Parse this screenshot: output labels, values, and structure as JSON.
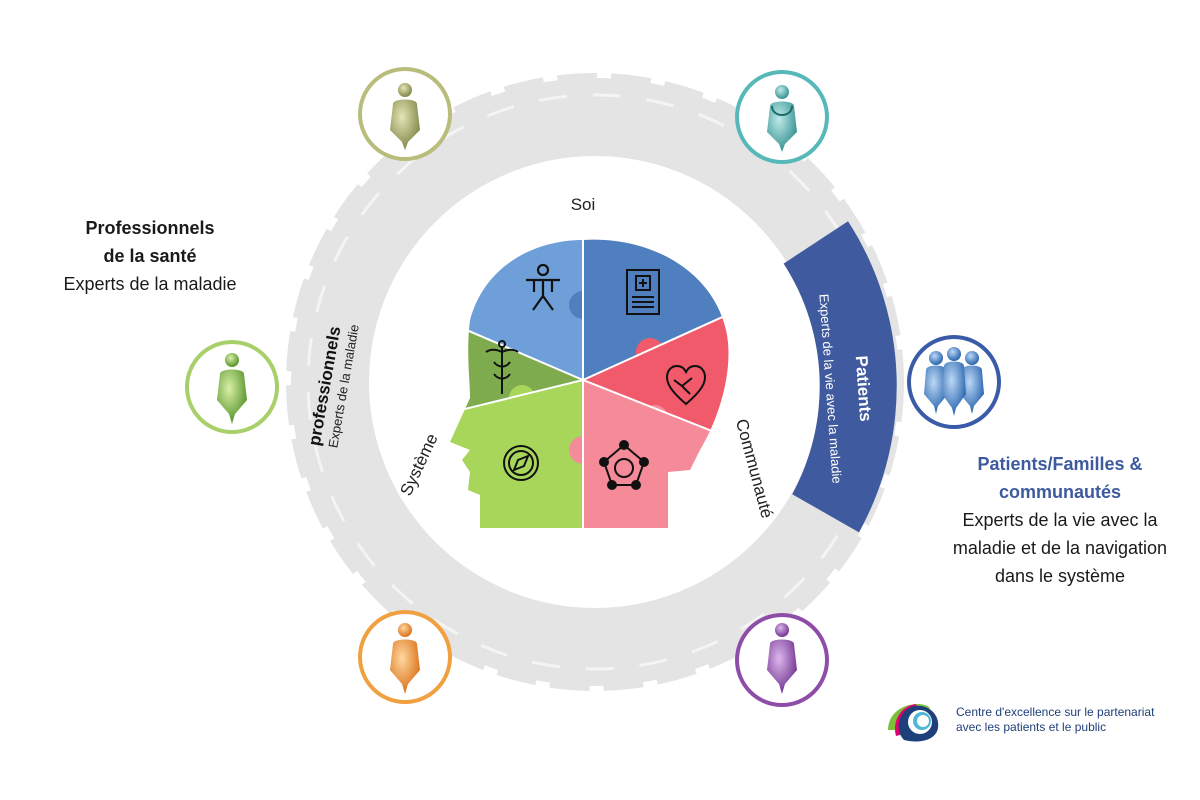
{
  "center_labels": {
    "top": "Soi",
    "left": "Système",
    "right": "Communauté"
  },
  "inner_ring": {
    "left": {
      "title": "professionnels",
      "subtitle": "Experts de la maladie"
    },
    "right": {
      "title": "Patients",
      "subtitle": "Experts de la vie avec la maladie"
    }
  },
  "left_panel": {
    "title_line1": "Professionnels",
    "title_line2": "de la santé",
    "description": "Experts de la maladie"
  },
  "right_panel": {
    "title": "Patients/Familles & communautés",
    "description": "Experts de la vie avec la maladie et de la navigation dans le système"
  },
  "logo": {
    "line1": "Centre d'excellence sur le partenariat",
    "line2": "avec les patients et le public"
  },
  "puzzle_pieces": [
    {
      "icon": "person-body-icon",
      "color": "#6f9fd8"
    },
    {
      "icon": "medical-record-icon",
      "color": "#4f7fbf"
    },
    {
      "icon": "handshake-heart-icon",
      "color": "#f15a6a"
    },
    {
      "icon": "community-network-icon",
      "color": "#f58a98"
    },
    {
      "icon": "compass-icon",
      "color": "#a8d65a"
    },
    {
      "icon": "caduceus-icon",
      "color": "#7fab4f"
    }
  ],
  "figures": [
    {
      "name": "figure-olive",
      "color": "#b8bd7c"
    },
    {
      "name": "figure-teal",
      "color": "#56b8b8"
    },
    {
      "name": "figure-green",
      "color": "#a8d06a"
    },
    {
      "name": "figure-group-blue",
      "color": "#3a5ba8"
    },
    {
      "name": "figure-orange",
      "color": "#f0a040"
    },
    {
      "name": "figure-purple",
      "color": "#8e4ea8"
    }
  ]
}
